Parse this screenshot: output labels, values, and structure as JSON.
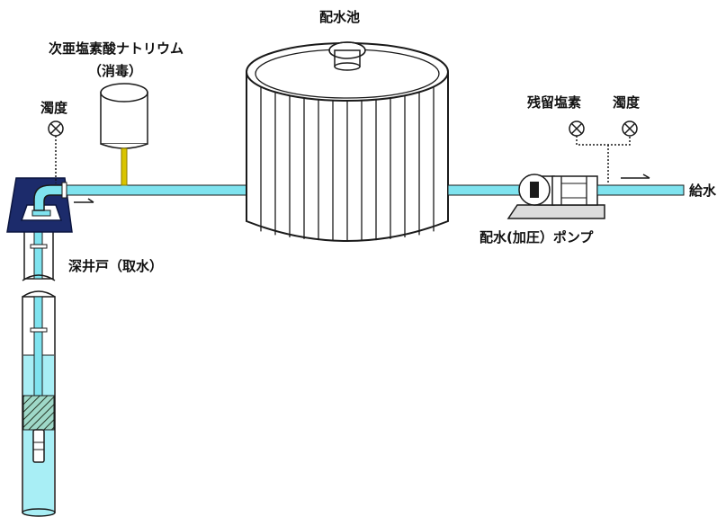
{
  "labels": {
    "reservoir": "配水池",
    "hypochlorite": "次亜塩素酸ナトリウム",
    "disinfection": "（消毒）",
    "turbidity_left": "濁度",
    "well": "深井戸（取水）",
    "residual_chlorine": "残留塩素",
    "turbidity_right": "濁度",
    "pump": "配水(加圧）ポンプ",
    "supply": "給水"
  },
  "colors": {
    "pipe_fill": "#7fe3ef",
    "water": "#a8eef5",
    "outline": "#1a1a1a",
    "wellhead": "#1c2b6b",
    "chem_line": "#d9c400",
    "pump_body": "#dcdcdc"
  },
  "icons": [
    "sensor-icon",
    "flow-arrow-icon"
  ]
}
